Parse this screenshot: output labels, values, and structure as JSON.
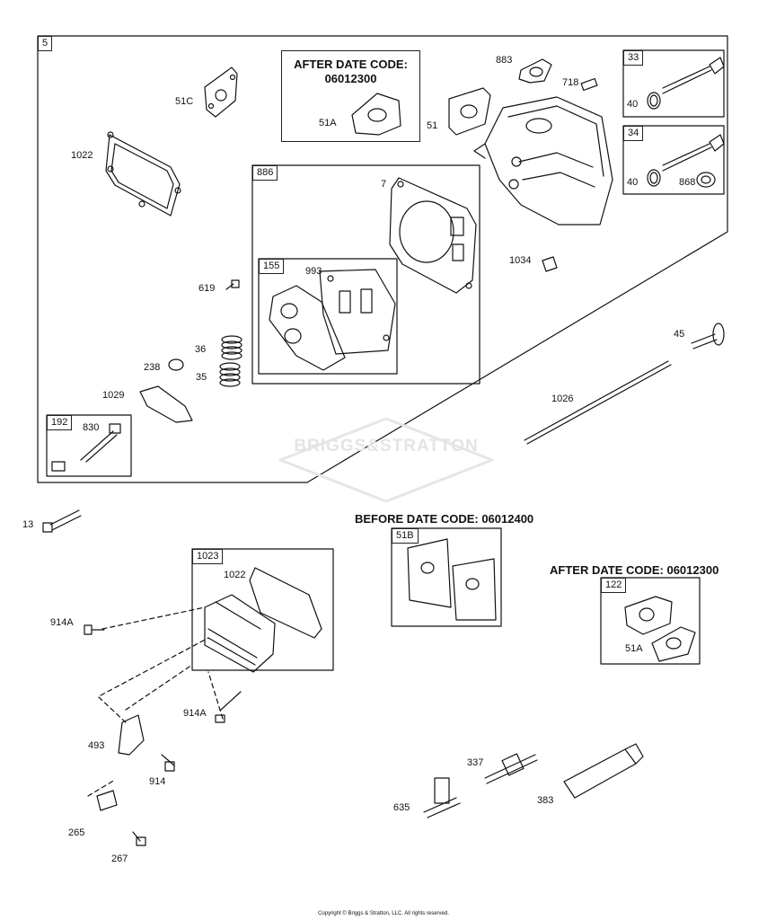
{
  "watermark": "BRIGGS&STRATTON",
  "copyright": "Copyright © Briggs & Stratton, LLC. All rights reserved.",
  "headers": {
    "after_date_top_line1": "AFTER DATE CODE:",
    "after_date_top_line2": "06012300",
    "before_date": "BEFORE DATE CODE: 06012400",
    "after_date_right": "AFTER DATE CODE: 06012300"
  },
  "kit_boxes": {
    "b5": "5",
    "b33": "33",
    "b34": "34",
    "b886": "886",
    "b155": "155",
    "b192": "192",
    "b1023": "1023",
    "b51B": "51B",
    "b122": "122"
  },
  "parts": {
    "p51C": "51C",
    "p1022_top": "1022",
    "p51A_top": "51A",
    "p883": "883",
    "p51": "51",
    "p718": "718",
    "p40_a": "40",
    "p40_b": "40",
    "p868": "868",
    "p7": "7",
    "p993": "993",
    "p1034": "1034",
    "p619": "619",
    "p36": "36",
    "p238": "238",
    "p35": "35",
    "p1029": "1029",
    "p830": "830",
    "p45": "45",
    "p1026": "1026",
    "p13": "13",
    "p1022_cover": "1022",
    "p914A_a": "914A",
    "p914A_b": "914A",
    "p493": "493",
    "p914": "914",
    "p265": "265",
    "p267": "267",
    "p51A_right": "51A",
    "p337": "337",
    "p635": "635",
    "p383": "383"
  }
}
